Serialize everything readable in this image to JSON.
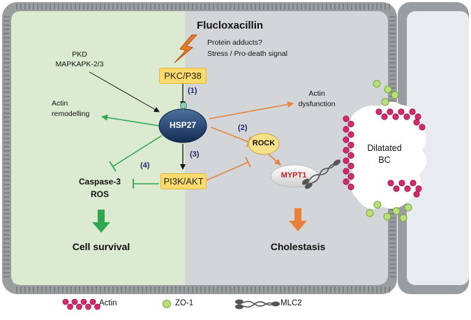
{
  "colors": {
    "left_panel": "#dcead2",
    "right_panel": "#d3d6d9",
    "hsp27": "#1f3f6e",
    "box_fill": "#fbdb6e",
    "green_arrow": "#2fa84f",
    "orange_arrow": "#e8823a",
    "actin": "#d62a6e",
    "zo1": "#b8e07a",
    "mlc2": "#555555",
    "rock": "#f7e08a",
    "mypt1_text": "#c0202a"
  },
  "title": "Flucloxacillin",
  "stimulus": {
    "line1": "Protein adducts?",
    "line2": "Stress / Pro-death signal"
  },
  "kinases": {
    "line1": "PKD",
    "line2": "MAPKAPK-2/3"
  },
  "nodes": {
    "pkc": "PKC/P38",
    "hsp27": "HSP27",
    "pi3k": "PI3K/AKT",
    "rock": "ROCK",
    "mypt1": "MYPT1",
    "bc_line1": "Dilatated",
    "bc_line2": "BC"
  },
  "step_labels": {
    "s1": "(1)",
    "s2": "(2)",
    "s3": "(3)",
    "s4": "(4)"
  },
  "outcomes": {
    "actin_remodel_1": "Actin",
    "actin_remodel_2": "remodelling",
    "actin_dys_1": "Actin",
    "actin_dys_2": "dysfunction",
    "caspase": "Caspase-3",
    "ros": "ROS",
    "survival": "Cell survival",
    "cholestasis": "Cholestasis"
  },
  "legend": {
    "actin": "Actin",
    "zo1": "ZO-1",
    "mlc2": "MLC2"
  },
  "icons": {
    "lightning": "lightning-bolt-icon",
    "phospho": "phosphate-group-icon"
  }
}
